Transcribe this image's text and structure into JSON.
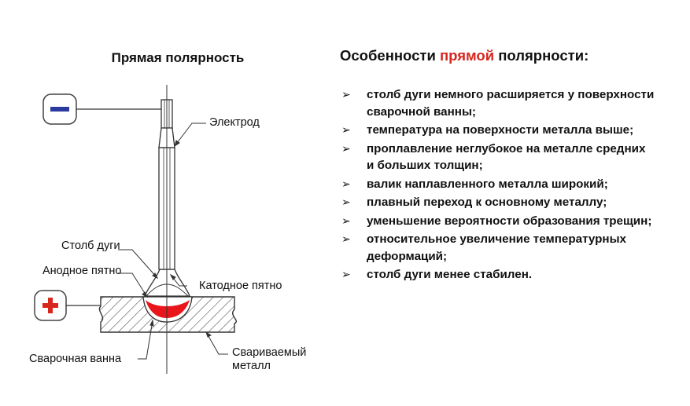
{
  "diagram": {
    "title": "Прямая полярность",
    "labels": {
      "electrode": "Электрод",
      "arc_column": "Столб дуги",
      "anode_spot": "Анодное пятно",
      "cathode_spot": "Катодное пятно",
      "weld_pool": "Сварочная ванна",
      "base_metal_line1": "Свариваемый",
      "base_metal_line2": "металл"
    },
    "colors": {
      "minus": "#2a3a9e",
      "plus": "#d7261e",
      "pool": "#e8151a"
    }
  },
  "panel": {
    "title_before": "Особенности ",
    "title_accent": "прямой",
    "title_after": " полярности:",
    "bullet_glyph": "➢",
    "items": [
      {
        "line1": "столб дуги немного расширяется у поверхности",
        "line2": "сварочной ванны;"
      },
      {
        "line1": "температура на поверхности металла выше;",
        "line2": ""
      },
      {
        "line1": "проплавление неглубокое на металле средних",
        "line2": "и больших толщин;"
      },
      {
        "line1": "валик наплавленного металла широкий;",
        "line2": ""
      },
      {
        "line1": "плавный переход к основному металлу;",
        "line2": ""
      },
      {
        "line1": "уменьшение вероятности образования трещин;",
        "line2": ""
      },
      {
        "line1": "относительное увеличение температурных",
        "line2": "деформаций;"
      },
      {
        "line1": "столб дуги менее стабилен.",
        "line2": ""
      }
    ]
  }
}
